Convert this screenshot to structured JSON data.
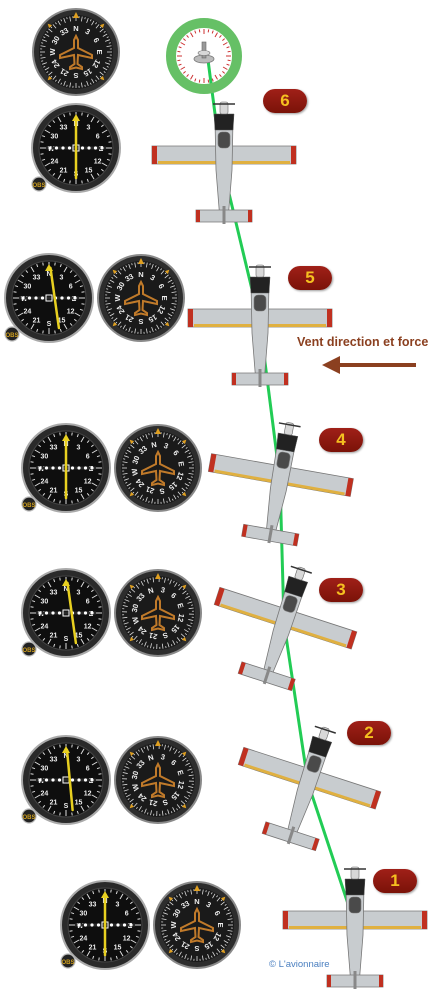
{
  "steps": [
    {
      "number": "6",
      "ils_deflection": 0,
      "heading_rotation": 0,
      "aircraft_rotation": 0
    },
    {
      "number": "5",
      "ils_deflection": 0.45,
      "heading_rotation": 0,
      "aircraft_rotation": 0
    },
    {
      "number": "4",
      "ils_deflection": 0,
      "heading_rotation": 10,
      "aircraft_rotation": 10
    },
    {
      "number": "3",
      "ils_deflection": 0.45,
      "heading_rotation": 18,
      "aircraft_rotation": 18
    },
    {
      "number": "2",
      "ils_deflection": 0.3,
      "heading_rotation": 18,
      "aircraft_rotation": 18
    },
    {
      "number": "1",
      "ils_deflection": 0,
      "heading_rotation": 0,
      "aircraft_rotation": 0
    }
  ],
  "wind": {
    "label": "Vent direction et force"
  },
  "credit": "© L'avionnaire",
  "colors": {
    "track": "#22cc55",
    "badge": "#8b1a10",
    "badge_text": "#f5c020",
    "wind_arrow": "#8b4020",
    "needle": "#e8d020",
    "aircraft_body": "#c8cccf",
    "aircraft_trim": "#c03020"
  },
  "icons": [
    "vor-indicator-icon",
    "heading-indicator-icon",
    "aircraft-icon",
    "runway-beacon-icon",
    "wind-arrow-icon"
  ]
}
